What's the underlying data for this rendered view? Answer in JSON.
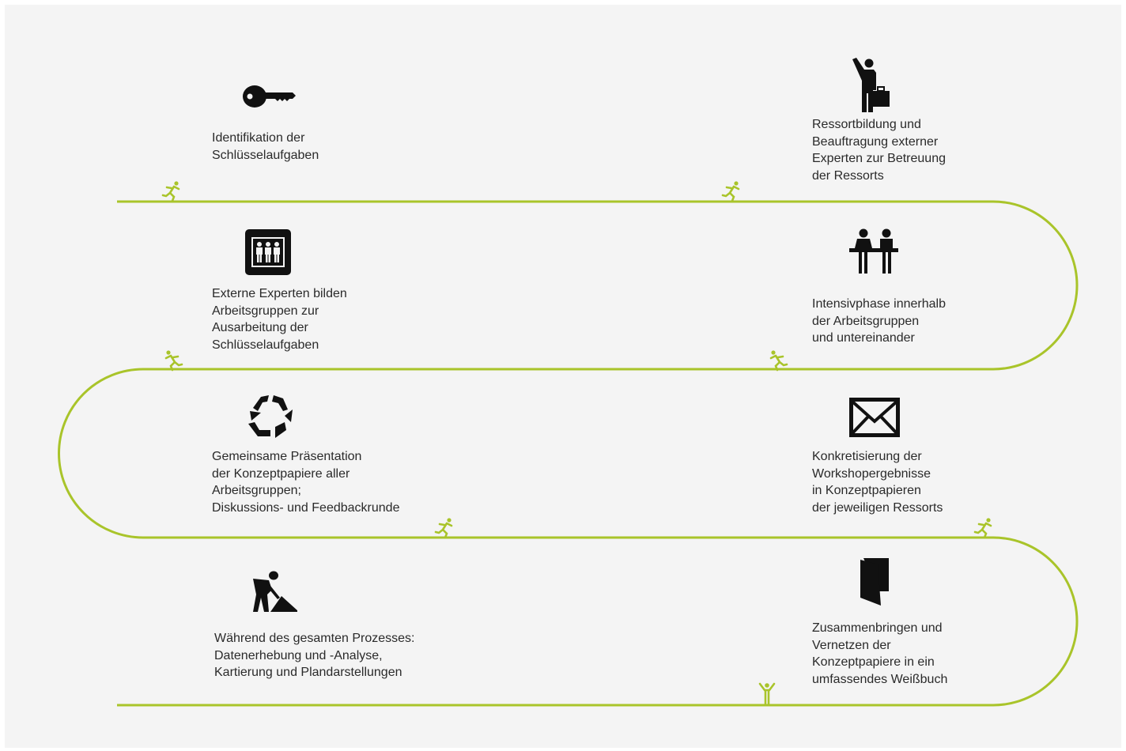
{
  "colors": {
    "background": "#f4f4f4",
    "path": "#a9c42a",
    "icon": "#111111",
    "text": "#2a2a2a"
  },
  "steps": [
    {
      "icon": "key-icon",
      "text": "Identifikation der\nSchlüsselaufgaben"
    },
    {
      "icon": "traveler-with-suitcase-icon",
      "text": "Ressortbildung und\nBeauftragung externer\nExperten zur Betreuung\nder Ressorts"
    },
    {
      "icon": "working-group-icon",
      "text": "Externe Experten bilden\nArbeitsgruppen zur\nAusarbeitung der\nSchlüsselaufgaben"
    },
    {
      "icon": "meeting-people-icon",
      "text": "Intensivphase innerhalb\nder Arbeitsgruppen\nund untereinander"
    },
    {
      "icon": "recycle-arrows-icon",
      "text": "Gemeinsame Präsentation\nder Konzeptpapiere aller\nArbeitsgruppen;\nDiskussions- und Feedbackrunde"
    },
    {
      "icon": "envelope-icon",
      "text": "Konkretisierung der\nWorkshopergebnisse\nin Konzeptpapieren\nder jeweiligen Ressorts"
    },
    {
      "icon": "construction-worker-icon",
      "text": "Während des gesamten Prozesses:\nDatenerhebung und -Analyse,\nKartierung und Plandarstellungen"
    },
    {
      "icon": "door-icon",
      "text": "Zusammenbringen und\nVernetzen der\nKonzeptpapiere in ein\numfassendes Weißbuch"
    }
  ]
}
